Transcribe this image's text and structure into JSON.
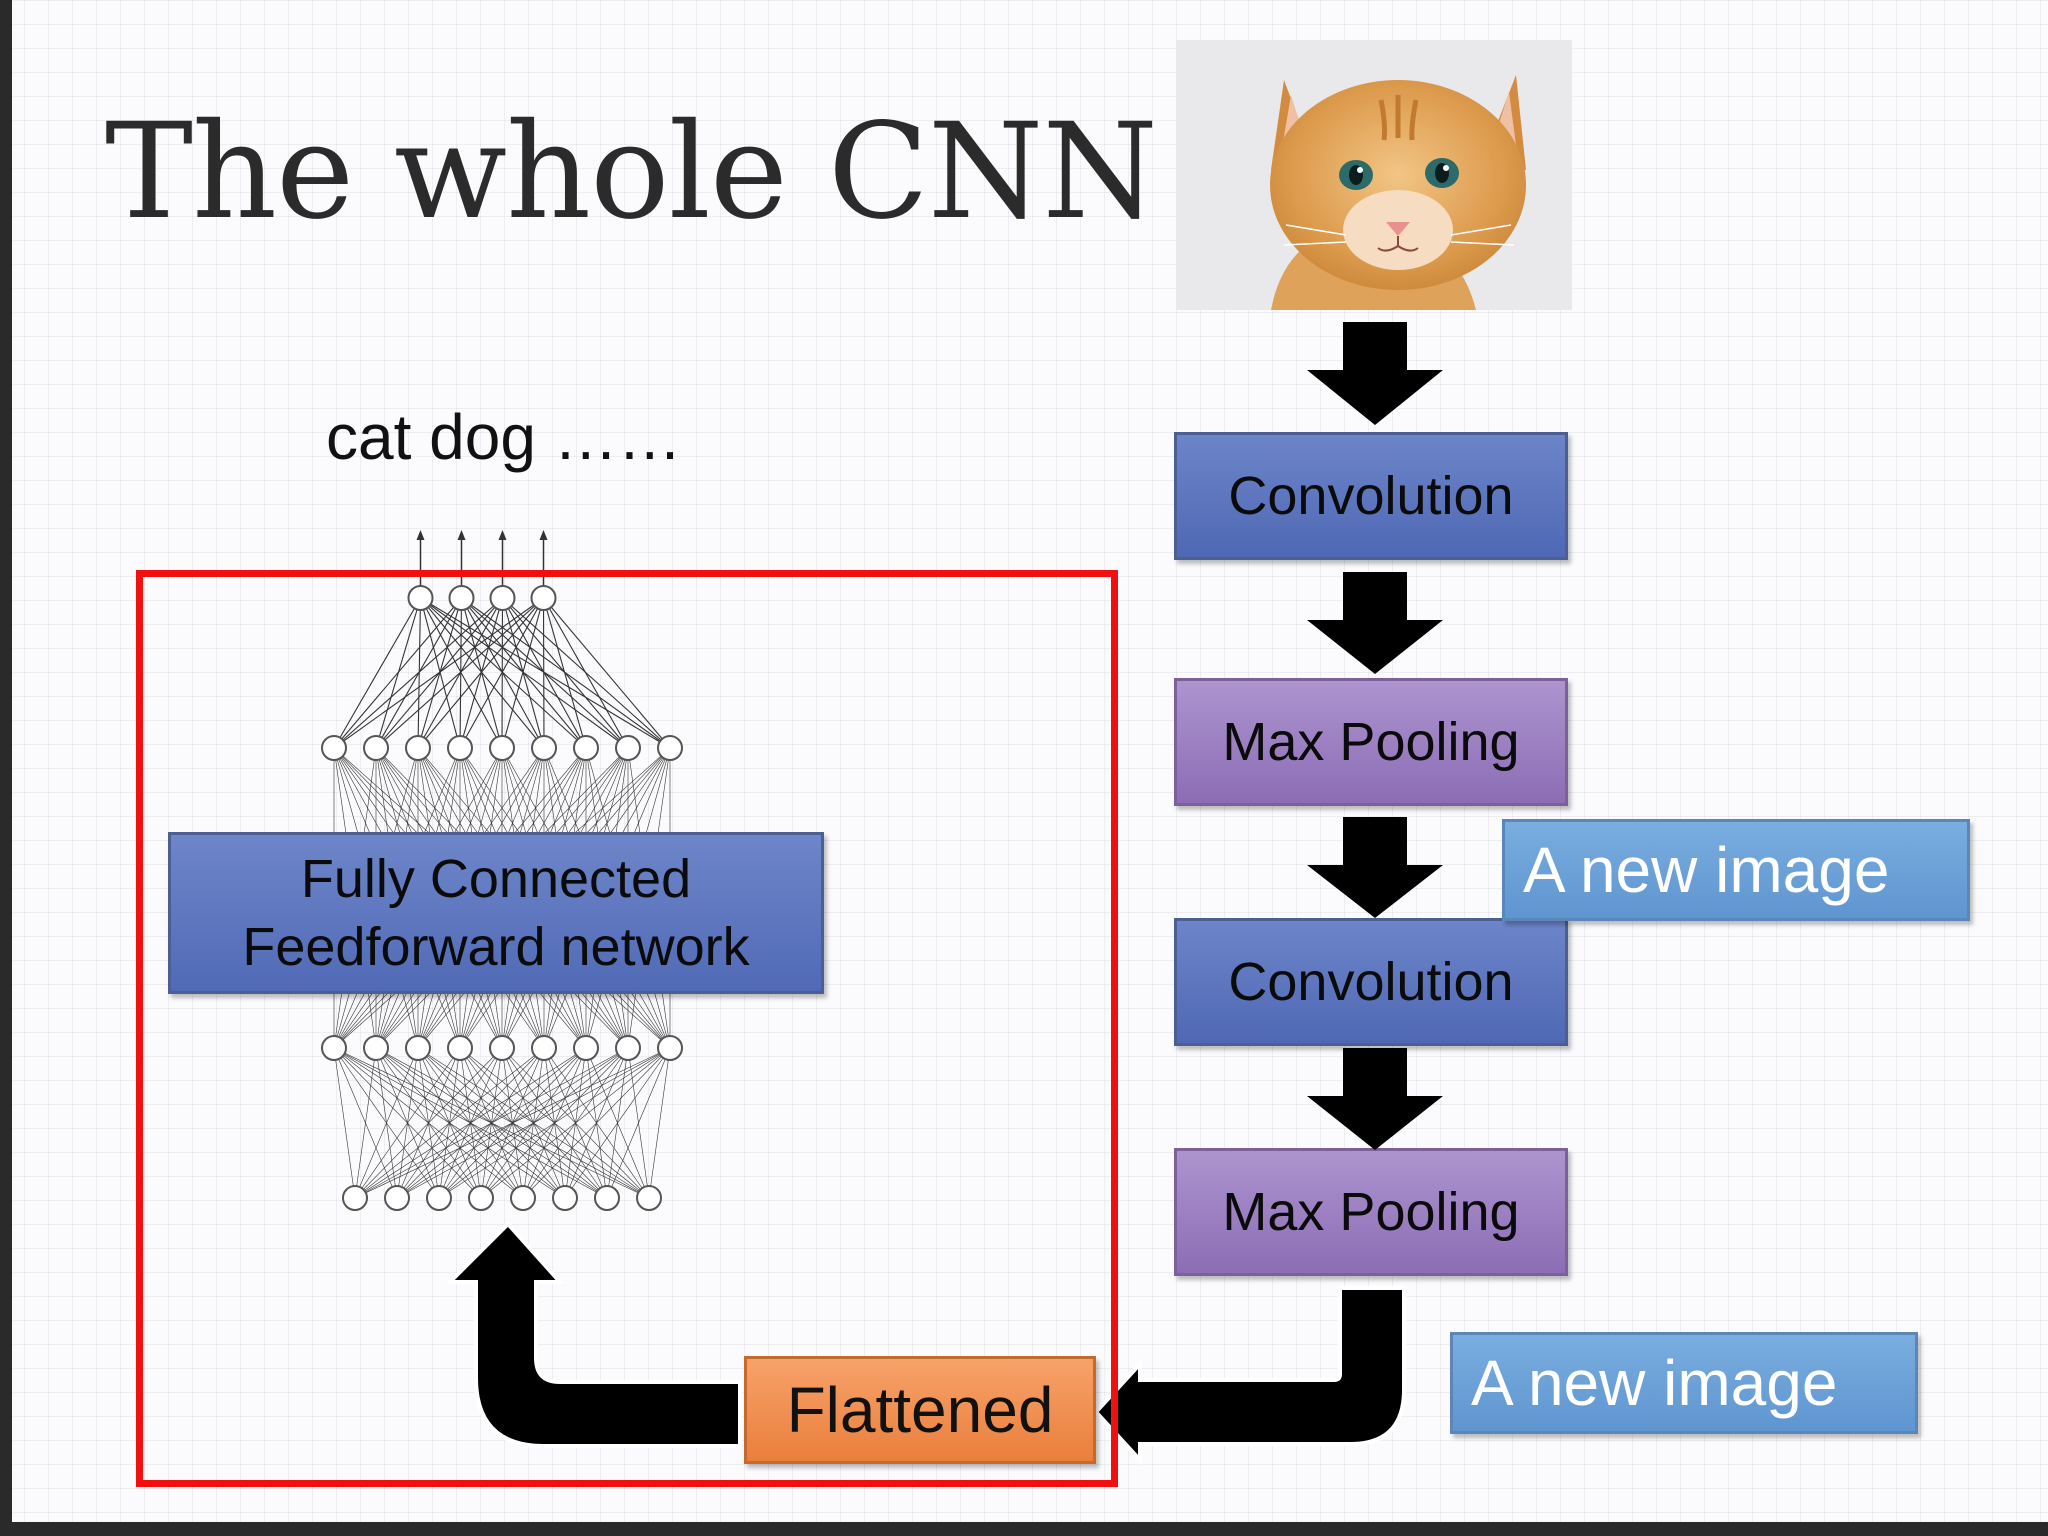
{
  "slide": {
    "title": "The whole CNN",
    "outputs_text": "cat dog ……",
    "photo": "orange-kitten-photo",
    "pipeline": {
      "conv1": "Convolution",
      "pool1": "Max Pooling",
      "conv2": "Convolution",
      "pool2": "Max Pooling"
    },
    "new_image_label_1": "A new image",
    "new_image_label_2": "A new image",
    "flattened_label": "Flattened",
    "fc_line1": "Fully Connected",
    "fc_line2": "Feedforward network",
    "network": {
      "output_nodes": 4,
      "hidden_layer_1_nodes": 9,
      "hidden_layer_2_nodes": 9,
      "input_nodes": 8
    },
    "colors": {
      "convolution": "#5a73bd",
      "max_pooling": "#9b7fc2",
      "new_image": "#6ea3da",
      "flattened": "#f08c4e",
      "highlight_frame": "#f01010",
      "arrow": "#000000"
    }
  }
}
